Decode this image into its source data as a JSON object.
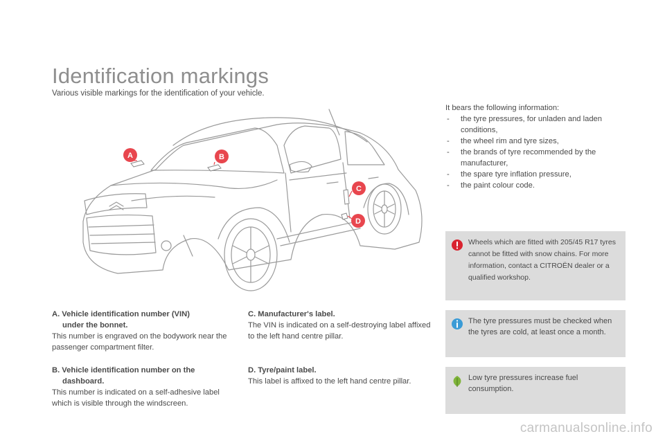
{
  "page": {
    "title": "Identification markings",
    "subtitle": "Various visible markings for the identification of your vehicle."
  },
  "markers": [
    "A",
    "B",
    "C",
    "D"
  ],
  "marker_color": "#e8464e",
  "sections": {
    "a": {
      "head_line1": "A. Vehicle identification number (VIN)",
      "head_line2": "under the bonnet.",
      "body": "This number is engraved on the bodywork near the passenger compartment filter."
    },
    "b": {
      "head_line1": "B. Vehicle identification number on the",
      "head_line2": "dashboard.",
      "body": "This number is indicated on a self-adhesive label which is visible through the windscreen."
    },
    "c": {
      "head": "C. Manufacturer's label.",
      "body": "The VIN is indicated on a self-destroying label affixed to the left hand centre pillar."
    },
    "d": {
      "head": "D. Tyre/paint label.",
      "body": "This label is affixed to the left hand centre pillar."
    }
  },
  "info": {
    "intro": "It bears the following information:",
    "items": [
      "the tyre pressures, for unladen and laden conditions,",
      "the wheel rim and tyre sizes,",
      "the brands of tyre recommended by the manufacturer,",
      "the spare tyre inflation pressure,",
      "the paint colour code."
    ]
  },
  "notes": {
    "warning": "Wheels which are fitted with 205/45 R17 tyres cannot be fitted with snow chains. For more information, contact a CITROËN dealer or a qualified workshop.",
    "info": "The tyre pressures must be checked when the tyres are cold, at least once a month.",
    "eco": "Low tyre pressures increase fuel consumption."
  },
  "icons": {
    "warning": "warning-icon",
    "info": "info-icon",
    "eco": "eco-leaf-icon"
  },
  "colors": {
    "warning": "#d9232f",
    "info": "#3a9bd6",
    "eco": "#7fb43a"
  },
  "watermark": "carmanualsonline.info"
}
